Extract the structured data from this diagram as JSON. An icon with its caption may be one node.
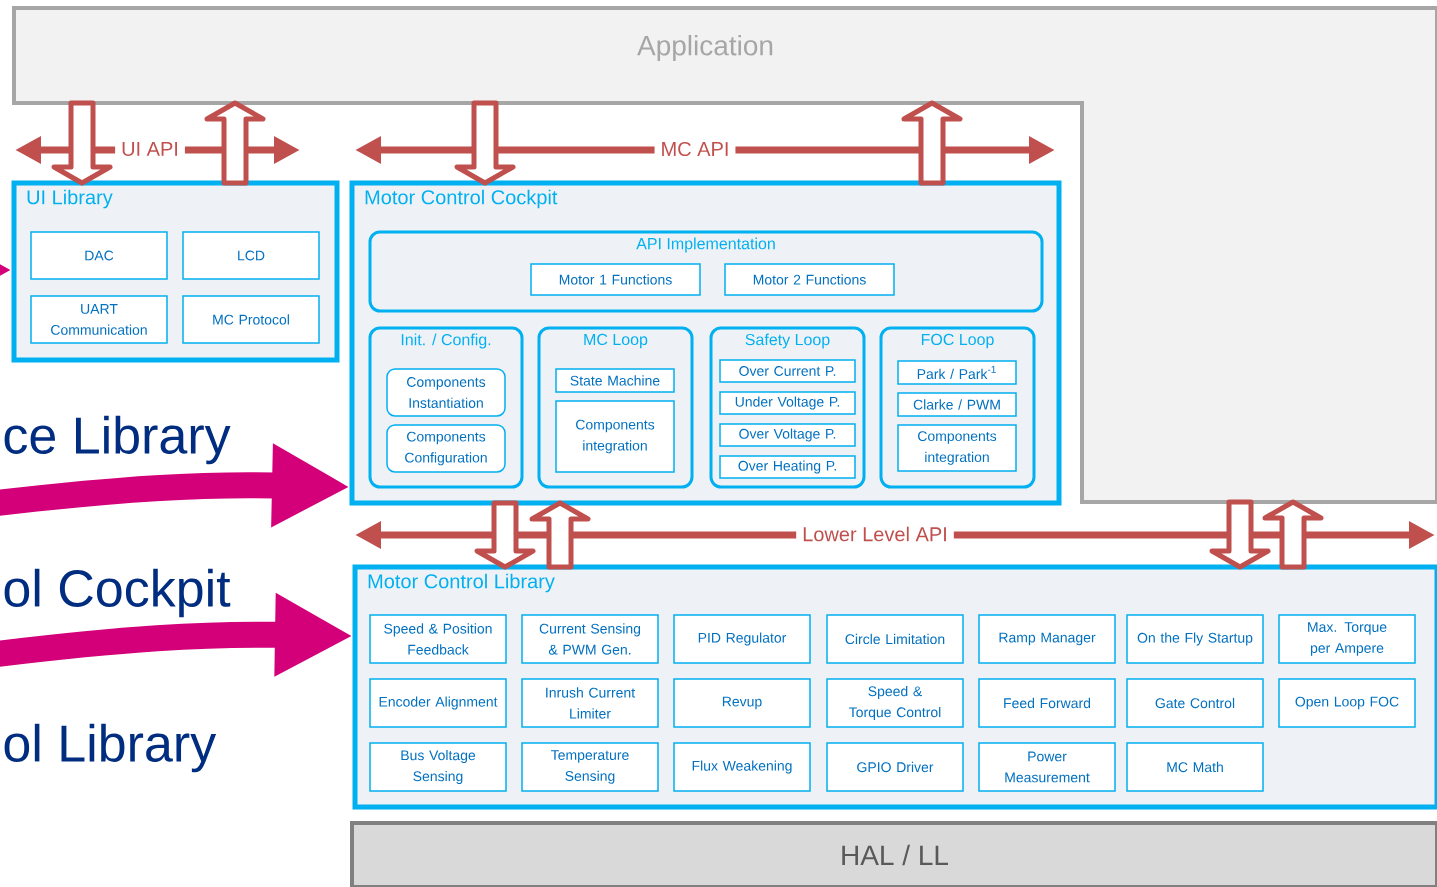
{
  "diagram": {
    "nodes": [
      {
        "text": [
          "Application"
        ]
      },
      {
        "text": [
          "UI Library"
        ]
      },
      {
        "text": [
          "DAC"
        ],
        "in": 1
      },
      {
        "text": [
          "LCD"
        ],
        "in": 1
      },
      {
        "text": [
          "UART Communication"
        ],
        "in": 1
      },
      {
        "text": [
          "MC Protocol"
        ],
        "in": 1
      },
      {
        "text": [
          "Motor Control Cockpit"
        ]
      },
      {
        "text": [
          "API Implementation"
        ],
        "in": 6
      },
      {
        "text": [
          "Motor 1 Functions"
        ],
        "in": 7
      },
      {
        "text": [
          "Motor 2 Functions"
        ],
        "in": 7
      },
      {
        "text": [
          "Init. / Config."
        ],
        "in": 6
      },
      {
        "text": [
          "Components Instantiation"
        ],
        "in": 10
      },
      {
        "text": [
          "Components Configuration"
        ],
        "in": 10
      },
      {
        "text": [
          "MC Loop"
        ],
        "in": 6
      },
      {
        "text": [
          "State Machine"
        ],
        "in": 13
      },
      {
        "text": [
          "Components integration"
        ],
        "in": 13
      },
      {
        "text": [
          "Safety Loop"
        ],
        "in": 6
      },
      {
        "text": [
          "Over Current P."
        ],
        "in": 16
      },
      {
        "text": [
          "Under Voltage P."
        ],
        "in": 16
      },
      {
        "text": [
          "Over Voltage P."
        ],
        "in": 16
      },
      {
        "text": [
          "Over Heating P."
        ],
        "in": 16
      },
      {
        "text": [
          "FOC Loop"
        ],
        "in": 6
      },
      {
        "text": [
          "Park / Park$^{-1}$"
        ],
        "in": 21
      },
      {
        "text": [
          "Clarke / PWM"
        ],
        "in": 21
      },
      {
        "text": [
          "Components integration"
        ],
        "in": 21
      },
      {
        "text": [
          "Motor Control Library"
        ]
      },
      {
        "text": [
          "Speed & Position Feedback"
        ],
        "in": 25
      },
      {
        "text": [
          "Current Sensing & PWM Gen."
        ],
        "in": 25
      },
      {
        "text": [
          "PID Regulator"
        ],
        "in": 25
      },
      {
        "text": [
          "Circle Limitation"
        ],
        "in": 25
      },
      {
        "text": [
          "Ramp Manager"
        ],
        "in": 25
      },
      {
        "text": [
          "On the Fly Startup"
        ],
        "in": 25
      },
      {
        "text": [
          "Max. Torque per Ampere"
        ],
        "in": 25
      },
      {
        "text": [
          "Encoder Alignment"
        ],
        "in": 25
      },
      {
        "text": [
          "Inrush Current Limiter"
        ],
        "in": 25
      },
      {
        "text": [
          "Revup"
        ],
        "in": 25
      },
      {
        "text": [
          "Speed & Torque Control"
        ],
        "in": 25
      },
      {
        "text": [
          "Feed Forward"
        ],
        "in": 25
      },
      {
        "text": [
          "Gate Control"
        ],
        "in": 25
      },
      {
        "text": [
          "Open Loop FOC"
        ],
        "in": 25
      },
      {
        "text": [
          "Bus Voltage Sensing"
        ],
        "in": 25
      },
      {
        "text": [
          "Temperature Sensing"
        ],
        "in": 25
      },
      {
        "text": [
          "Flux Weakening"
        ],
        "in": 25
      },
      {
        "text": [
          "GPIO Driver"
        ],
        "in": 25
      },
      {
        "text": [
          "Power Measurement"
        ],
        "in": 25
      },
      {
        "text": [
          "MC Math"
        ],
        "in": 25
      },
      {
        "text": [
          "HAL / LL"
        ]
      }
    ],
    "edges": [
      {
        "from": 0,
        "to": 1,
        "arrow": "to"
      },
      {
        "from": 1,
        "to": 0,
        "arrow": "to"
      },
      {
        "from": 0,
        "to": 6,
        "arrow": "to"
      },
      {
        "from": 6,
        "to": 0,
        "arrow": "to"
      },
      {
        "from": 6,
        "to": 25,
        "arrow": "to"
      },
      {
        "from": 25,
        "to": 6,
        "arrow": "to"
      },
      {
        "from": 0,
        "to": 25,
        "arrow": "to"
      },
      {
        "from": 25,
        "to": 0,
        "arrow": "to"
      },
      {
        "from": null,
        "to": 1,
        "arrow": "to",
        "color": "#d3007a"
      },
      {
        "from": null,
        "to": 6,
        "arrow": "to",
        "color": "#d3007a"
      },
      {
        "from": null,
        "to": 25,
        "arrow": "to",
        "color": "#d3007a"
      }
    ],
    "labels": [
      "UI API",
      "MC API",
      "ce Library",
      "Lower Level API",
      "ol Cockpit",
      "ol Library"
    ]
  }
}
